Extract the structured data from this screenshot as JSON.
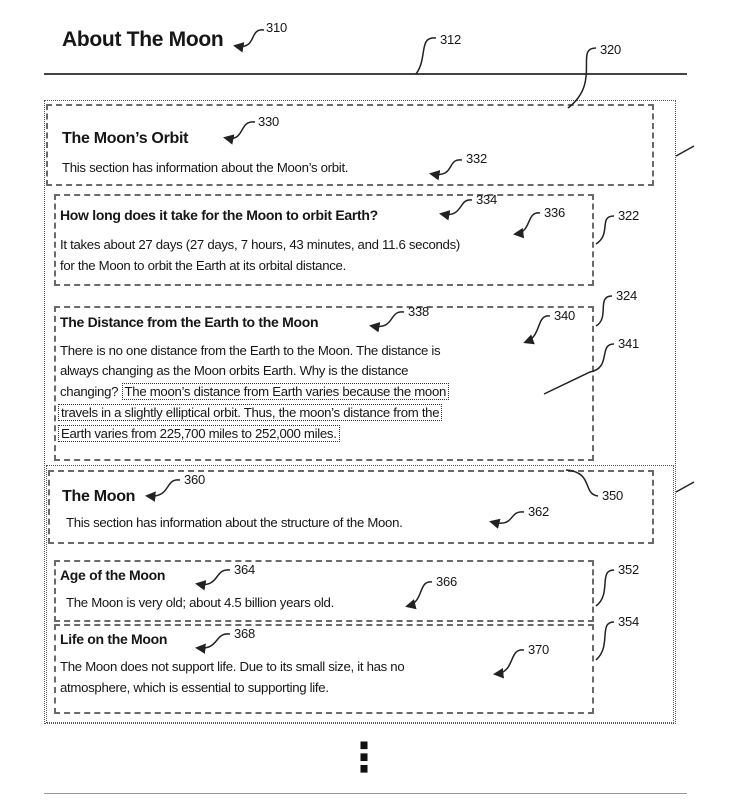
{
  "header": {
    "title": "About The Moon",
    "ref_title": "310",
    "ref_bar": "312",
    "ref_panel": "320"
  },
  "orbit_section": {
    "title": "The Moon’s Orbit",
    "ref_title": "330",
    "description": "This section has information about the Moon’s orbit.",
    "ref_description": "332",
    "items": [
      {
        "title": "How long does it take for the Moon to orbit Earth?",
        "ref_title": "334",
        "ref_text": "336",
        "ref_box": "322",
        "lines": [
          "It takes about 27 days (27 days, 7 hours, 43 minutes, and 11.6 seconds)",
          "for the Moon to orbit the Earth at its orbital distance."
        ]
      },
      {
        "title": "The Distance from the Earth to the Moon",
        "ref_title": "338",
        "ref_text": "340",
        "ref_box": "324",
        "ref_highlight": "341",
        "lines": [
          "There is no one distance from the Earth to the Moon.  The distance is",
          "always changing as the Moon orbits Earth.  Why is the distance"
        ],
        "line3_plain": "changing?",
        "highlight_lines": [
          "The moon’s distance from Earth varies because the moon",
          "travels in a slightly elliptical orbit.  Thus, the moon’s distance from the",
          "Earth varies from 225,700 miles to 252,000 miles."
        ]
      }
    ]
  },
  "moon_section": {
    "ref_section": "350",
    "title": "The Moon",
    "ref_title": "360",
    "description": "This section has information about the structure of the Moon.",
    "ref_description": "362",
    "items": [
      {
        "title": "Age of the Moon",
        "ref_title": "364",
        "ref_text": "366",
        "ref_box": "352",
        "lines": [
          "The Moon is very old; about 4.5 billion years old."
        ]
      },
      {
        "title": "Life on the Moon",
        "ref_title": "368",
        "ref_text": "370",
        "ref_box": "354",
        "lines": [
          "The Moon does not support life.  Due to its small size, it has no",
          "atmosphere, which is essential to supporting life."
        ]
      }
    ]
  },
  "more_indicator": "⋮"
}
